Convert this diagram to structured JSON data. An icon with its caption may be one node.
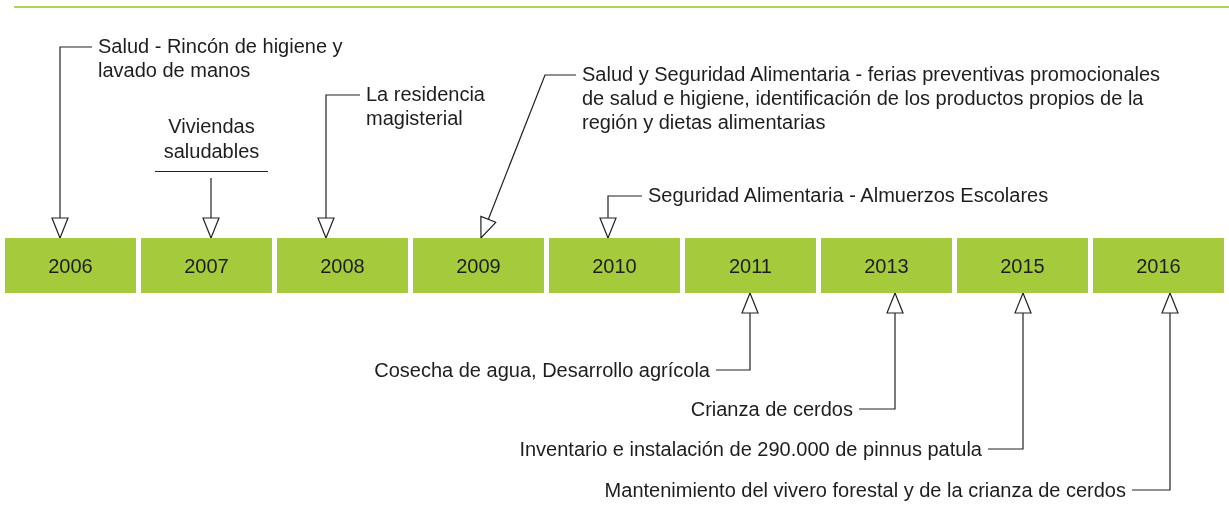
{
  "diagram": {
    "nodes": [
      {
        "text": [
          "2006"
        ]
      },
      {
        "text": [
          "2007"
        ]
      },
      {
        "text": [
          "2008"
        ]
      },
      {
        "text": [
          "2009"
        ]
      },
      {
        "text": [
          "2010"
        ]
      },
      {
        "text": [
          "2011"
        ]
      },
      {
        "text": [
          "2013"
        ]
      },
      {
        "text": [
          "2015"
        ]
      },
      {
        "text": [
          "2016"
        ]
      },
      {
        "text": [
          "Salud - Rincón de higiene y lavado de manos"
        ]
      },
      {
        "text": [
          "Viviendas saludables"
        ]
      },
      {
        "text": [
          "La residencia magisterial"
        ]
      },
      {
        "text": [
          "Salud y Seguridad Alimentaria - ferias preventivas promocionales de salud e higiene, identificación de los productos propios de la región y dietas alimentarias"
        ]
      },
      {
        "text": [
          "Seguridad Alimentaria - Almuerzos Escolares"
        ]
      },
      {
        "text": [
          "Cosecha de agua, Desarrollo agrícola"
        ]
      },
      {
        "text": [
          "Crianza de cerdos"
        ]
      },
      {
        "text": [
          "Inventario e instalación de 290.000 de pinnus patula"
        ]
      },
      {
        "text": [
          "Mantenimiento del vivero forestal y de la crianza de cerdos"
        ]
      }
    ],
    "edges": [
      {
        "from": 9,
        "to": 0,
        "arrow": "to"
      },
      {
        "from": 10,
        "to": 1,
        "arrow": "to"
      },
      {
        "from": 11,
        "to": 2,
        "arrow": "to"
      },
      {
        "from": 12,
        "to": 3,
        "arrow": "to"
      },
      {
        "from": 13,
        "to": 4,
        "arrow": "to"
      },
      {
        "from": 14,
        "to": 5,
        "arrow": "to"
      },
      {
        "from": 15,
        "to": 6,
        "arrow": "to"
      },
      {
        "from": 16,
        "to": 7,
        "arrow": "to"
      },
      {
        "from": 17,
        "to": 8,
        "arrow": "to"
      }
    ]
  }
}
